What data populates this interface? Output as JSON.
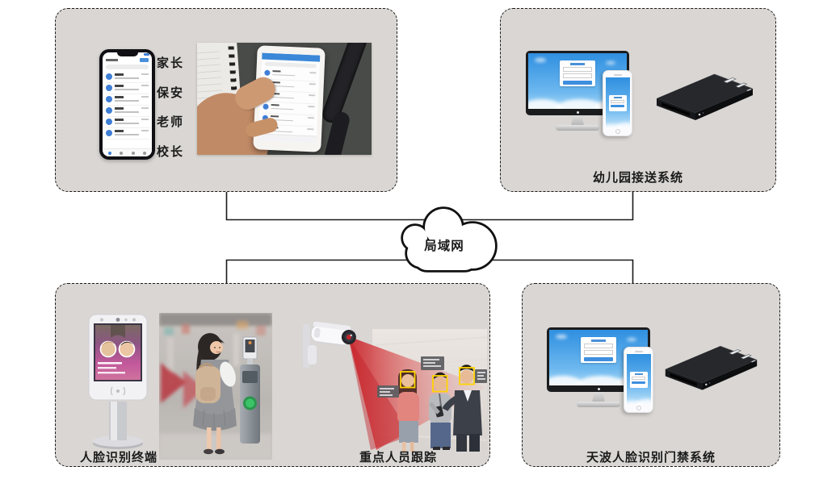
{
  "cloud": {
    "label": "局域网"
  },
  "app_panel": {
    "roles": [
      {
        "label": "家长"
      },
      {
        "label": "保安"
      },
      {
        "label": "老师"
      },
      {
        "label": "校长"
      }
    ]
  },
  "pickup_panel": {
    "caption": "幼儿园接送系统"
  },
  "recognition_panel": {
    "terminal_caption": "人脸识别终端",
    "tracking_caption": "重点人员跟踪"
  },
  "access_panel": {
    "caption": "天波人脸识别门禁系统"
  },
  "colors": {
    "panel_bg": "#d9d6d3",
    "accent_blue": "#3f7fd6",
    "sky_blue": "#2f8fe0",
    "beam_red": "#d42b2f",
    "highlight_yellow": "#ffd400"
  }
}
